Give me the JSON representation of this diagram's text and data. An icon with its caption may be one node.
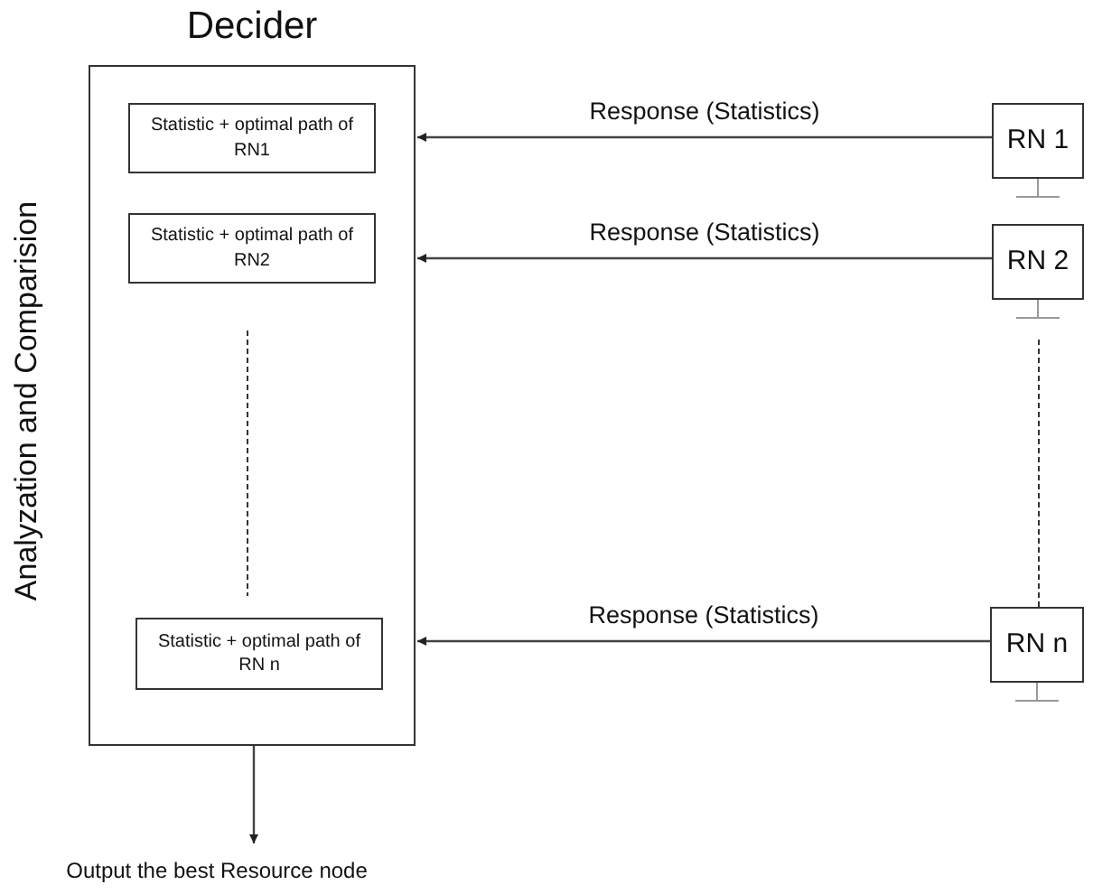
{
  "diagram": {
    "nodes": [
      {
        "text": [
          "Decider"
        ],
        "beside": [
          "Analyzation and Comparision"
        ]
      },
      {
        "text": [
          "Statistic + optimal path of RN1"
        ],
        "in": 0
      },
      {
        "text": [
          "Statistic + optimal path of RN2"
        ],
        "in": 0
      },
      {
        "text": [
          "Statistic + optimal path of RN n"
        ],
        "in": 0
      },
      {
        "text": [
          "RN 1"
        ]
      },
      {
        "text": [
          "RN 2"
        ]
      },
      {
        "text": [
          "RN n"
        ]
      },
      {
        "text": [
          "Output the best Resource node"
        ]
      }
    ],
    "edges": [
      {
        "from": 4,
        "to": 0,
        "arrow": "to",
        "label": "Response (Statistics)"
      },
      {
        "from": 5,
        "to": 0,
        "arrow": "to",
        "label": "Response (Statistics)"
      },
      {
        "from": 6,
        "to": 0,
        "arrow": "to",
        "label": "Response (Statistics)"
      },
      {
        "from": 0,
        "to": 7,
        "arrow": "to"
      }
    ]
  }
}
